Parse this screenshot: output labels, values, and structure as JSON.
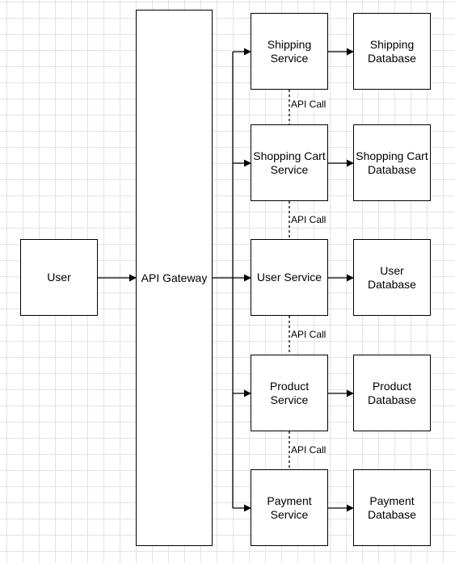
{
  "diagram": {
    "user": "User",
    "gateway": "API Gateway",
    "services": [
      {
        "name": "Shipping\nService",
        "database": "Shipping\nDatabase"
      },
      {
        "name": "Shopping Cart\nService",
        "database": "Shopping Cart\nDatabase"
      },
      {
        "name": "User Service",
        "database": "User\nDatabase"
      },
      {
        "name": "Product\nService",
        "database": "Product\nDatabase"
      },
      {
        "name": "Payment\nService",
        "database": "Payment\nDatabase"
      }
    ],
    "links": [
      "API Call",
      "API Call",
      "API Call",
      "API Call"
    ],
    "line_color": "#000000"
  }
}
